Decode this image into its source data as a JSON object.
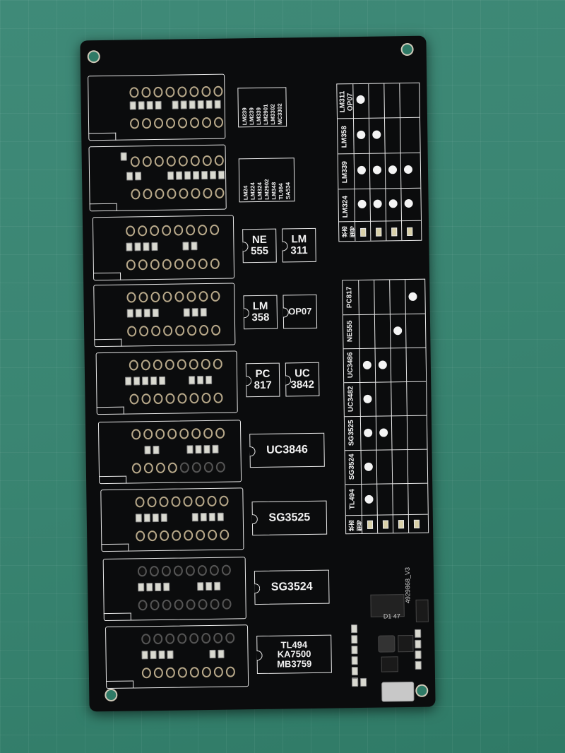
{
  "board": {
    "sockets": [
      {
        "label_lines": [
          "LM239",
          "LM239",
          "LM339",
          "LM2901",
          "LM3302",
          "MC3302"
        ],
        "style": "vlist"
      },
      {
        "label_lines": [
          "LM24",
          "LM224",
          "LM324",
          "LM2902",
          "LM348",
          "TL084",
          "SA534"
        ],
        "style": "vlist"
      },
      {
        "label_a": [
          "NE",
          "555"
        ],
        "label_b": [
          "LM",
          "311"
        ]
      },
      {
        "label_a": [
          "LM",
          "358"
        ],
        "label_b": [
          "OP07"
        ]
      },
      {
        "label_a": [
          "PC",
          "817"
        ],
        "label_b": [
          "UC",
          "3842"
        ]
      },
      {
        "label_main": [
          "UC3846"
        ]
      },
      {
        "label_main": [
          "SG3525"
        ]
      },
      {
        "label_main": [
          "SG3524"
        ]
      },
      {
        "label_main": [
          "TL494",
          "KA7500",
          "MB3759"
        ]
      }
    ],
    "table1": {
      "headers": [
        "LM311\nOP07",
        "LM358",
        "LM339",
        "LM324"
      ],
      "footer_label": "状态 型号",
      "dots": [
        [
          1
        ],
        [
          1,
          2
        ],
        [
          1,
          2,
          3,
          4
        ],
        [
          1,
          2,
          3,
          4
        ]
      ]
    },
    "table2": {
      "headers": [
        "PC817",
        "NE555",
        "UC3486",
        "UC3482",
        "SG3525",
        "SG3524",
        "TL494"
      ],
      "footer_label": "状态 型号",
      "dots": [
        [
          4
        ],
        [
          3
        ],
        [
          1,
          2
        ],
        [
          1
        ],
        [
          1,
          2
        ],
        [
          1
        ],
        [
          1
        ]
      ]
    },
    "silk_version": "4929868_V3",
    "silk_parts": [
      "D1",
      "47"
    ]
  }
}
